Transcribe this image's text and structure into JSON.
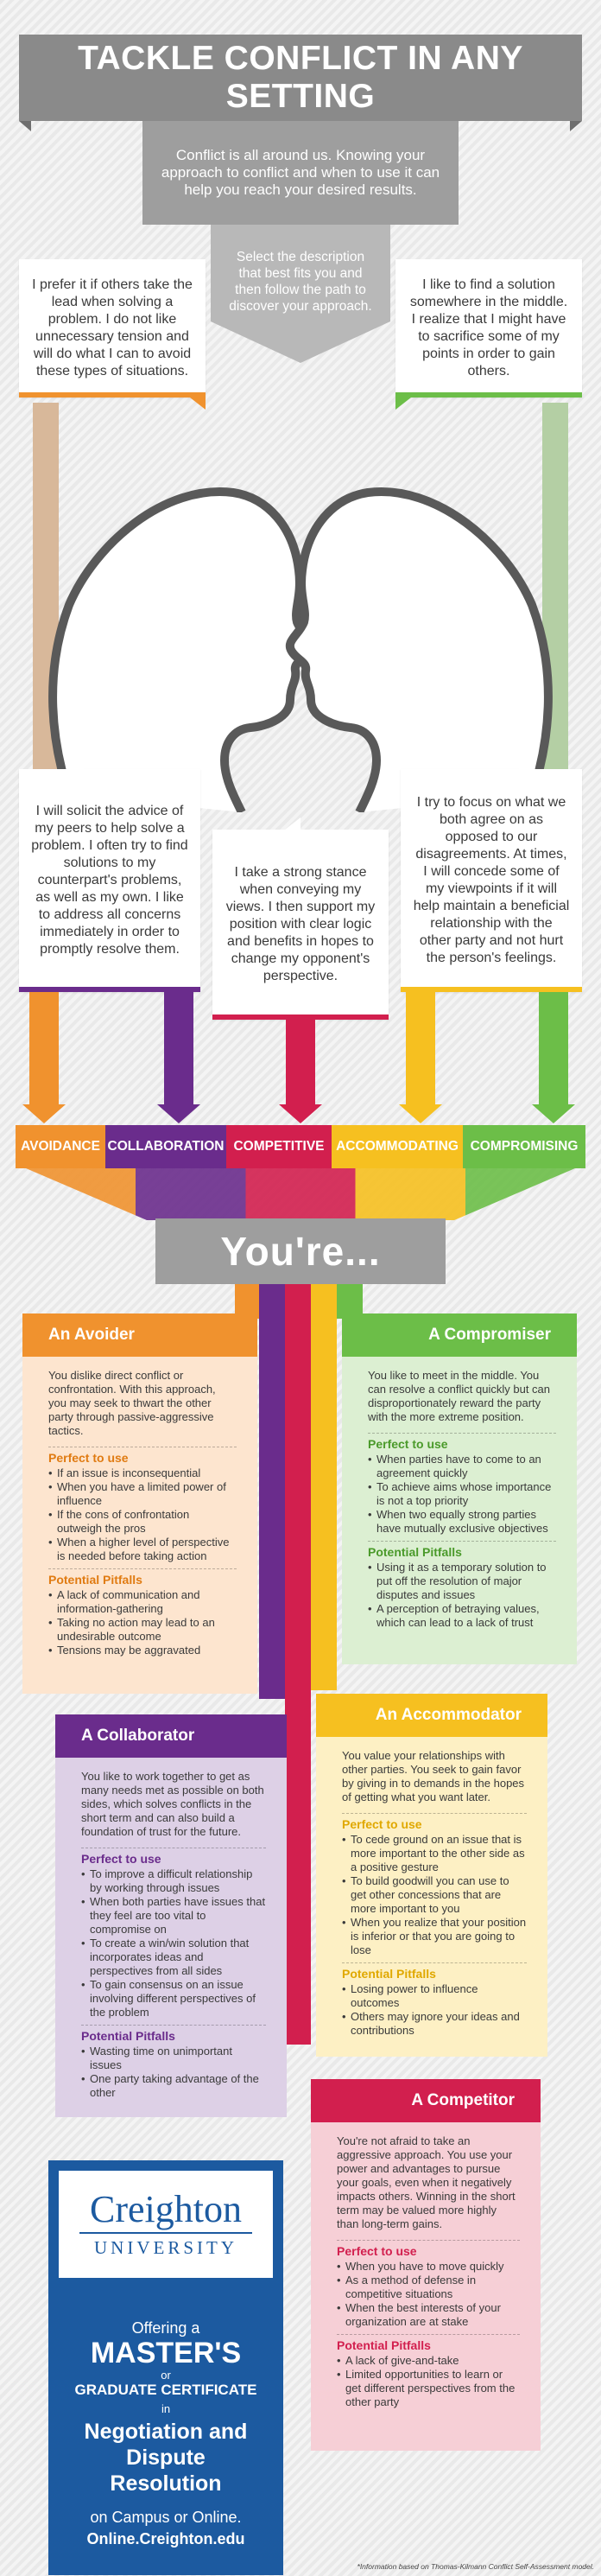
{
  "header": {
    "title": "TACKLE CONFLICT IN ANY SETTING",
    "intro": "Conflict is all around us. Knowing your approach to conflict and when to use it can help you reach your desired results.",
    "instruction": "Select the description that best fits you and then follow the path to discover your approach."
  },
  "statements": {
    "avoidance": "I prefer it if others take the lead when solving a problem. I do not like unnecessary tension and will do what I can to avoid these types of situations.",
    "compromising": "I like to find a solution somewhere in the middle. I realize that I might have to sacrifice some of my points in order to gain others.",
    "collaboration": "I will solicit the advice of my peers to help solve a problem. I often try to find solutions to my counterpart's problems, as well as my own. I like to address all concerns immediately in order to promptly resolve them.",
    "competitive": "I take a strong stance when conveying my views. I then support my position with clear logic and benefits in hopes to change my opponent's perspective.",
    "accommodating": "I try to focus on what we both agree on as opposed to our disagreements. At times, I will concede some of my viewpoints if it will help maintain a beneficial relationship with the other party and not hurt the person's feelings."
  },
  "labels": {
    "avoidance": "AVOIDANCE",
    "collaboration": "COLLABORATION",
    "competitive": "COMPETITIVE",
    "accommodating": "ACCOMMODATING",
    "compromising": "COMPROMISING"
  },
  "youre": "You're...",
  "results": {
    "avoider": {
      "title": "An Avoider",
      "desc": "You dislike direct conflict or confrontation. With this approach, you may seek to thwart the other party through passive-aggressive tactics.",
      "perfect_title": "Perfect to use",
      "perfect": [
        "If an issue is inconsequential",
        "When you have a limited power of influence",
        "If the cons of confrontation outweigh the pros",
        "When a higher level of perspective is needed before taking action"
      ],
      "pitfalls_title": "Potential Pitfalls",
      "pitfalls": [
        "A lack of communication and information-gathering",
        "Taking no action may lead to an undesirable outcome",
        "Tensions may be aggravated"
      ]
    },
    "compromiser": {
      "title": "A Compromiser",
      "desc": "You like to meet in the middle. You can resolve a conflict quickly but can disproportionately reward the party with the more extreme position.",
      "perfect_title": "Perfect to use",
      "perfect": [
        "When parties have to come to an agreement quickly",
        "To achieve aims whose importance is not a top priority",
        "When two equally strong parties have mutually exclusive objectives"
      ],
      "pitfalls_title": "Potential Pitfalls",
      "pitfalls": [
        "Using it as a temporary solution to put off the resolution of major disputes and issues",
        "A perception of betraying values, which can lead to a lack of trust"
      ]
    },
    "collaborator": {
      "title": "A Collaborator",
      "desc": "You like to work together to get as many needs met as possible on both sides, which solves conflicts in the short term and can also build a foundation of trust for the future.",
      "perfect_title": "Perfect to use",
      "perfect": [
        "To improve a difficult relationship by working through issues",
        "When both parties have issues that they feel are too vital to compromise on",
        "To create a win/win solution that incorporates ideas and perspectives from all sides",
        "To gain consensus on an issue involving different perspectives of the problem"
      ],
      "pitfalls_title": "Potential Pitfalls",
      "pitfalls": [
        "Wasting time on unimportant issues",
        "One party taking advantage of the other"
      ]
    },
    "accommodator": {
      "title": "An Accommodator",
      "desc": "You value your relationships with other parties. You seek to gain favor by giving in to demands in the hopes of getting what you want later.",
      "perfect_title": "Perfect to use",
      "perfect": [
        "To cede ground on an issue that is more important to the other side as a positive gesture",
        "To build goodwill you can use to get other concessions that are more important to you",
        "When you realize that your position is inferior or that you are going to lose"
      ],
      "pitfalls_title": "Potential Pitfalls",
      "pitfalls": [
        "Losing power to influence outcomes",
        "Others may ignore your ideas and contributions"
      ]
    },
    "competitor": {
      "title": "A Competitor",
      "desc": "You're not afraid to take an aggressive approach. You use your power and advantages to pursue your goals, even when it negatively impacts others. Winning in the short term may be valued more highly than long-term gains.",
      "perfect_title": "Perfect to use",
      "perfect": [
        "When you have to move quickly",
        "As a method of defense in competitive situations",
        "When the best interests of your organization are at stake"
      ],
      "pitfalls_title": "Potential Pitfalls",
      "pitfalls": [
        "A lack of give-and-take",
        "Limited opportunities to learn or get different perspectives from the other party"
      ]
    }
  },
  "creighton": {
    "logo_name": "Creighton",
    "logo_sub": "UNIVERSITY",
    "offering": "Offering a",
    "masters": "MASTER'S",
    "or": "or",
    "certificate": "GRADUATE CERTIFICATE",
    "in": "in",
    "program": "Negotiation and Dispute Resolution",
    "campus": "on Campus or Online.",
    "url": "Online.Creighton.edu"
  },
  "footnote": "*Information based on Thomas-Kilmann Conflict Self-Assessment model.",
  "colors": {
    "avoidance": "#f0922e",
    "collaboration": "#6a2c8c",
    "competitive": "#d21f4e",
    "accommodating": "#f6c020",
    "compromising": "#6cbe48"
  }
}
